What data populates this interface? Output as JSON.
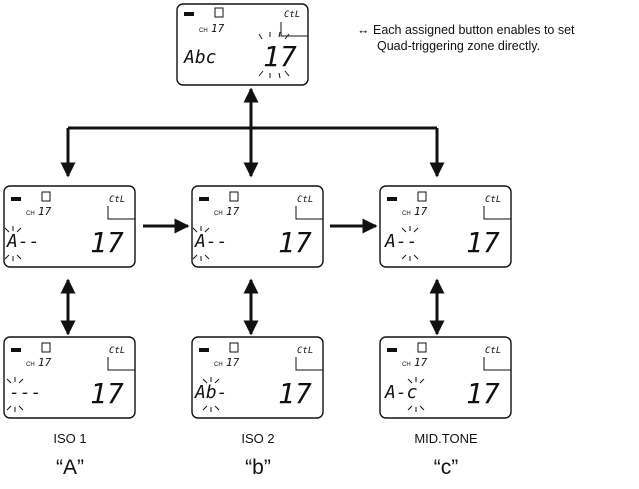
{
  "note": {
    "symbol": "↔",
    "line1": "Each assigned button enables to set",
    "line2": "Quad-triggering zone directly."
  },
  "columns": [
    {
      "label": "ISO 1",
      "quote": "“A”"
    },
    {
      "label": "ISO 2",
      "quote": "“b”"
    },
    {
      "label": "MID.TONE",
      "quote": "“c”"
    }
  ],
  "screens": {
    "top": {
      "code": "CtL",
      "ch_prefix": "CH",
      "ch_num": "17",
      "left": "Abc",
      "right": "17"
    },
    "mid_a": {
      "code": "CtL",
      "ch_prefix": "CH",
      "ch_num": "17",
      "left": "A--",
      "right": "17"
    },
    "mid_b": {
      "code": "CtL",
      "ch_prefix": "CH",
      "ch_num": "17",
      "left": "A--",
      "right": "17"
    },
    "mid_c": {
      "code": "CtL",
      "ch_prefix": "CH",
      "ch_num": "17",
      "left": "A--",
      "right": "17"
    },
    "bot_a": {
      "code": "CtL",
      "ch_prefix": "CH",
      "ch_num": "17",
      "left": "---",
      "right": "17"
    },
    "bot_b": {
      "code": "CtL",
      "ch_prefix": "CH",
      "ch_num": "17",
      "left": "Ab-",
      "right": "17"
    },
    "bot_c": {
      "code": "CtL",
      "ch_prefix": "CH",
      "ch_num": "17",
      "left": "A-c",
      "right": "17"
    }
  }
}
